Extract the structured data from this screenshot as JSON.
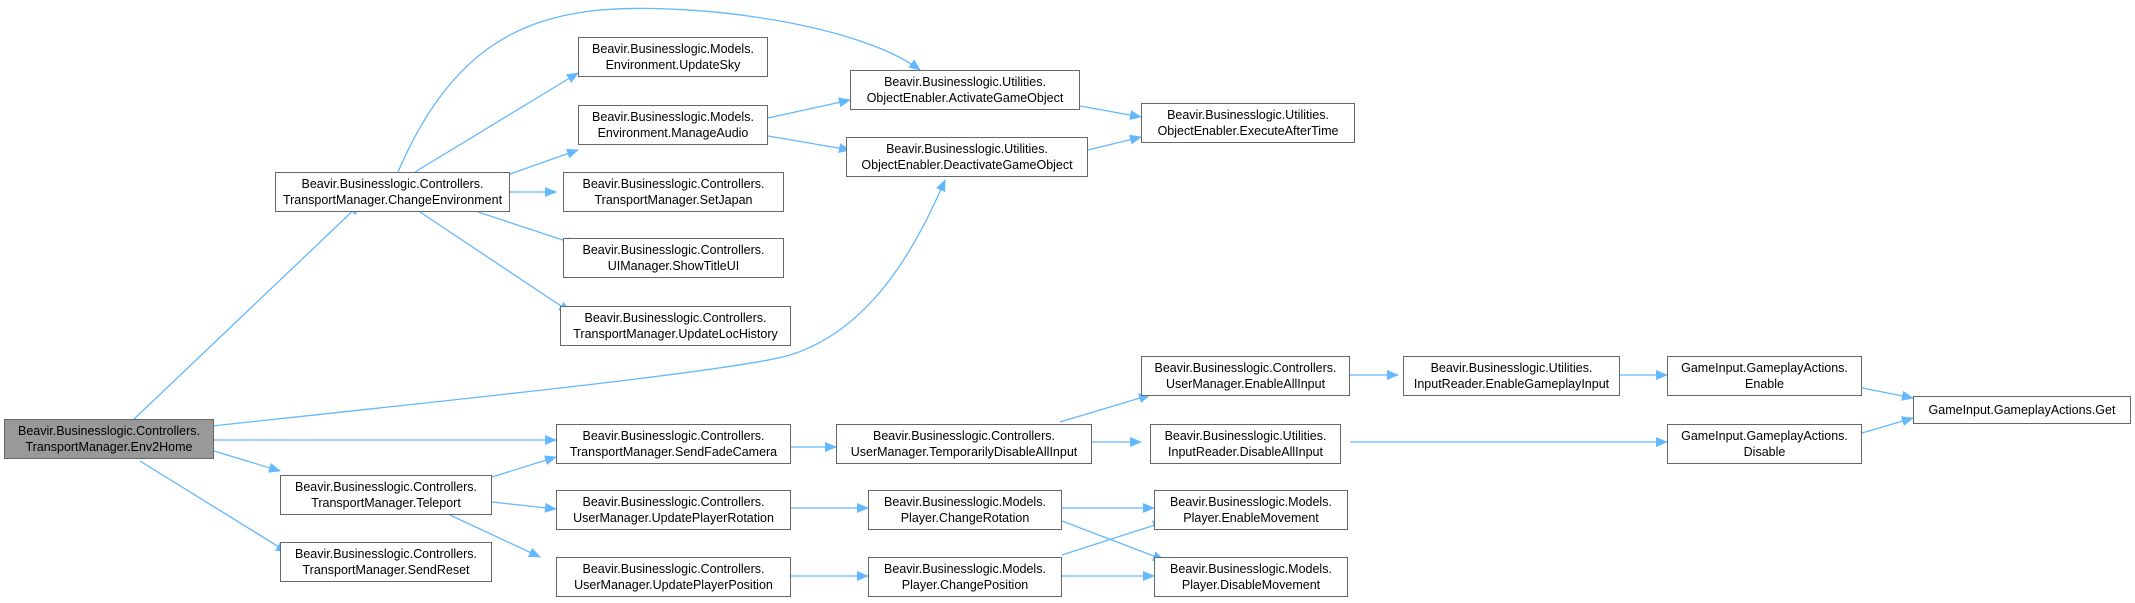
{
  "colors": {
    "edge": "#63b8ff",
    "node_border": "#666666",
    "root_fill": "#999999",
    "node_fill": "#ffffff"
  },
  "nodes": {
    "env2home": [
      "Beavir.Businesslogic.Controllers.",
      "TransportManager.Env2Home"
    ],
    "changeEnv": [
      "Beavir.Businesslogic.Controllers.",
      "TransportManager.ChangeEnvironment"
    ],
    "teleport": [
      "Beavir.Businesslogic.Controllers.",
      "TransportManager.Teleport"
    ],
    "sendReset": [
      "Beavir.Businesslogic.Controllers.",
      "TransportManager.SendReset"
    ],
    "updateSky": [
      "Beavir.Businesslogic.Models.",
      "Environment.UpdateSky"
    ],
    "manageAudio": [
      "Beavir.Businesslogic.Models.",
      "Environment.ManageAudio"
    ],
    "setJapan": [
      "Beavir.Businesslogic.Controllers.",
      "TransportManager.SetJapan"
    ],
    "showTitleUI": [
      "Beavir.Businesslogic.Controllers.",
      "UIManager.ShowTitleUI"
    ],
    "updateLocHistory": [
      "Beavir.Businesslogic.Controllers.",
      "TransportManager.UpdateLocHistory"
    ],
    "sendFadeCamera": [
      "Beavir.Businesslogic.Controllers.",
      "TransportManager.SendFadeCamera"
    ],
    "updatePlayerRotation": [
      "Beavir.Businesslogic.Controllers.",
      "UserManager.UpdatePlayerRotation"
    ],
    "updatePlayerPosition": [
      "Beavir.Businesslogic.Controllers.",
      "UserManager.UpdatePlayerPosition"
    ],
    "activateGO": [
      "Beavir.Businesslogic.Utilities.",
      "ObjectEnabler.ActivateGameObject"
    ],
    "deactivateGO": [
      "Beavir.Businesslogic.Utilities.",
      "ObjectEnabler.DeactivateGameObject"
    ],
    "tempDisable": [
      "Beavir.Businesslogic.Controllers.",
      "UserManager.TemporarilyDisableAllInput"
    ],
    "changeRotation": [
      "Beavir.Businesslogic.Models.",
      "Player.ChangeRotation"
    ],
    "changePosition": [
      "Beavir.Businesslogic.Models.",
      "Player.ChangePosition"
    ],
    "executeAfterTime": [
      "Beavir.Businesslogic.Utilities.",
      "ObjectEnabler.ExecuteAfterTime"
    ],
    "enableAllInput": [
      "Beavir.Businesslogic.Controllers.",
      "UserManager.EnableAllInput"
    ],
    "disableAllInput": [
      "Beavir.Businesslogic.Utilities.",
      "InputReader.DisableAllInput"
    ],
    "enableMovement": [
      "Beavir.Businesslogic.Models.",
      "Player.EnableMovement"
    ],
    "disableMovement": [
      "Beavir.Businesslogic.Models.",
      "Player.DisableMovement"
    ],
    "enableGameplayInput": [
      "Beavir.Businesslogic.Utilities.",
      "InputReader.EnableGameplayInput"
    ],
    "gaEnable": [
      "GameInput.GameplayActions.",
      "Enable"
    ],
    "gaDisable": [
      "GameInput.GameplayActions.",
      "Disable"
    ],
    "gaGet": [
      "GameInput.GameplayActions.Get"
    ]
  },
  "edges": [
    [
      "env2home",
      "changeEnv"
    ],
    [
      "env2home",
      "deactivateGO"
    ],
    [
      "env2home",
      "sendFadeCamera"
    ],
    [
      "env2home",
      "teleport"
    ],
    [
      "env2home",
      "sendReset"
    ],
    [
      "changeEnv",
      "activateGO"
    ],
    [
      "changeEnv",
      "updateSky"
    ],
    [
      "changeEnv",
      "manageAudio"
    ],
    [
      "changeEnv",
      "setJapan"
    ],
    [
      "changeEnv",
      "showTitleUI"
    ],
    [
      "changeEnv",
      "updateLocHistory"
    ],
    [
      "manageAudio",
      "activateGO"
    ],
    [
      "manageAudio",
      "deactivateGO"
    ],
    [
      "activateGO",
      "executeAfterTime"
    ],
    [
      "deactivateGO",
      "executeAfterTime"
    ],
    [
      "teleport",
      "sendFadeCamera"
    ],
    [
      "teleport",
      "updatePlayerRotation"
    ],
    [
      "teleport",
      "updatePlayerPosition"
    ],
    [
      "sendFadeCamera",
      "tempDisable"
    ],
    [
      "tempDisable",
      "enableAllInput"
    ],
    [
      "tempDisable",
      "disableAllInput"
    ],
    [
      "enableAllInput",
      "enableGameplayInput"
    ],
    [
      "enableGameplayInput",
      "gaEnable"
    ],
    [
      "disableAllInput",
      "gaDisable"
    ],
    [
      "gaEnable",
      "gaGet"
    ],
    [
      "gaDisable",
      "gaGet"
    ],
    [
      "updatePlayerRotation",
      "changeRotation"
    ],
    [
      "updatePlayerPosition",
      "changePosition"
    ],
    [
      "changeRotation",
      "enableMovement"
    ],
    [
      "changeRotation",
      "disableMovement"
    ],
    [
      "changePosition",
      "enableMovement"
    ],
    [
      "changePosition",
      "disableMovement"
    ]
  ]
}
